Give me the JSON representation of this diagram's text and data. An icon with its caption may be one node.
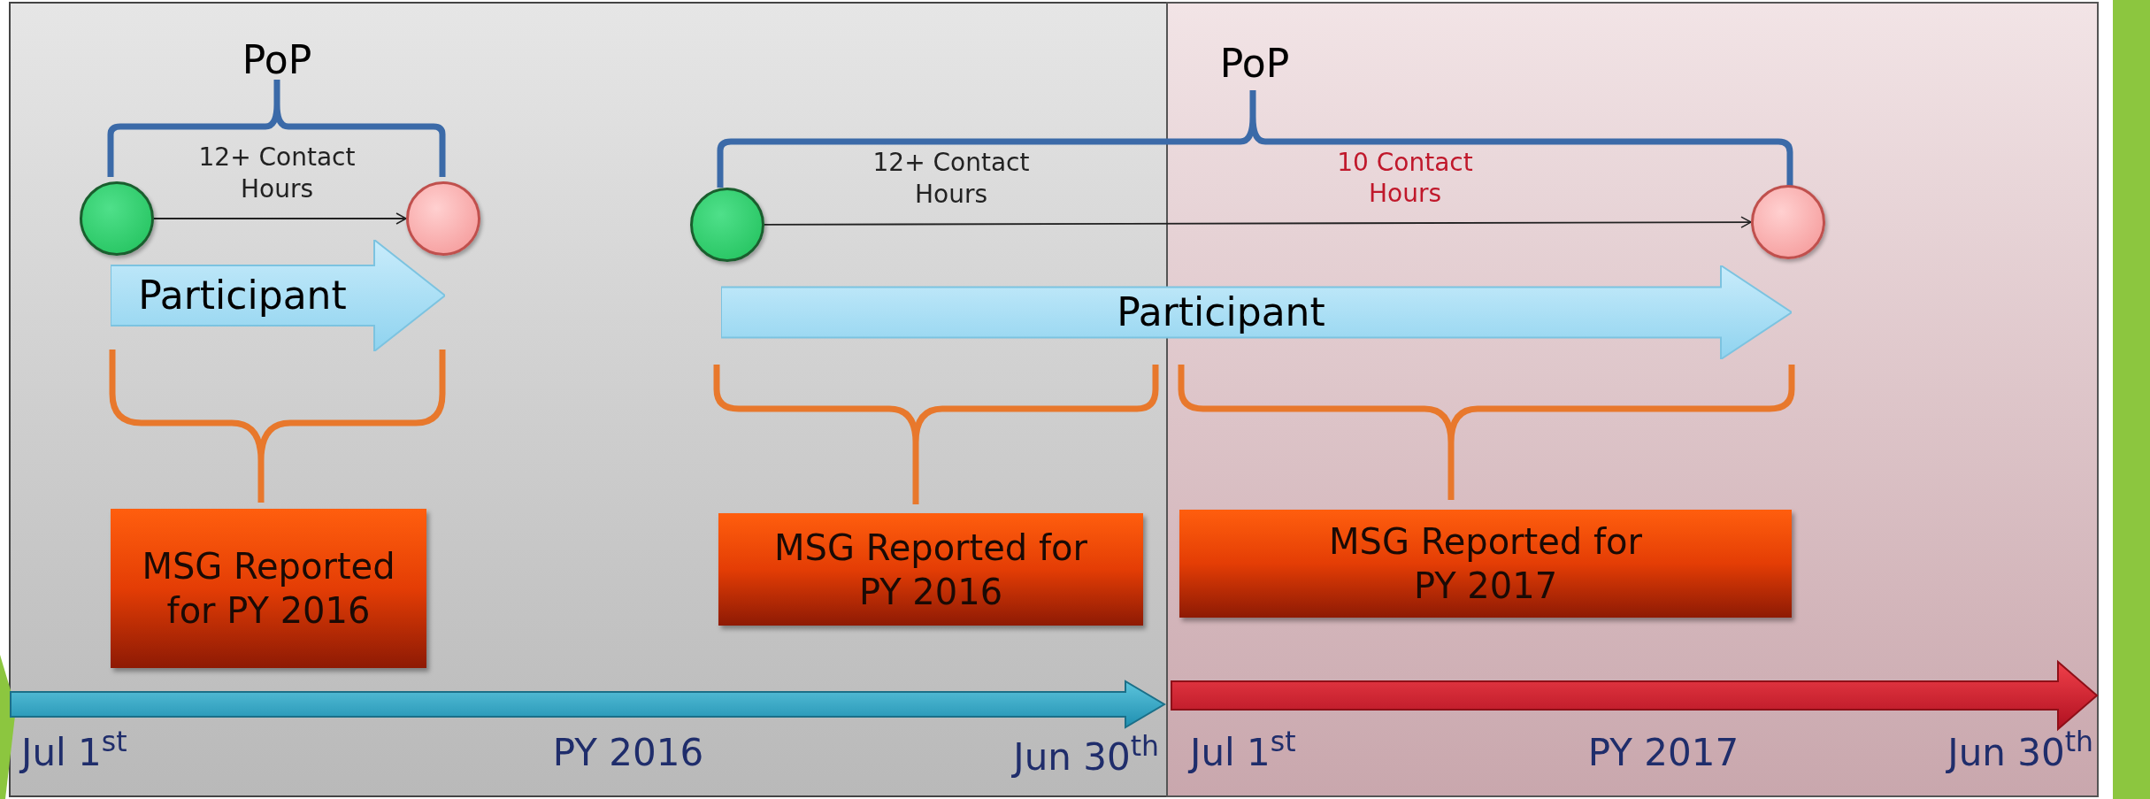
{
  "diagram": {
    "nodes": [
      {
        "text": [],
        "shape": "circle"
      },
      {
        "text": [],
        "shape": "circle"
      },
      {
        "text": [
          "Participant"
        ]
      },
      {
        "text": [
          "MSG Reported for PY 2016"
        ]
      },
      {
        "text": [],
        "shape": "circle"
      },
      {
        "text": [],
        "shape": "circle"
      },
      {
        "text": [
          "Participant"
        ]
      },
      {
        "text": [
          "MSG Reported for PY 2016"
        ]
      },
      {
        "text": [
          "MSG Reported for PY 2017"
        ]
      }
    ],
    "edges": [
      {
        "from": 0,
        "to": 1,
        "arrow": "to",
        "label": "12+ Contact Hours"
      },
      {
        "from": 4,
        "to": 5,
        "arrow": "to",
        "label": "12+ Contact Hours"
      }
    ],
    "labels": [
      "PoP",
      "PoP",
      "10 Contact Hours",
      "Jul 1$^{st}$",
      "PY 2016",
      "Jun 30$^{th}$",
      "Jul 1$^{st}$",
      "PY 2017",
      "Jun 30$^{th}$"
    ]
  }
}
